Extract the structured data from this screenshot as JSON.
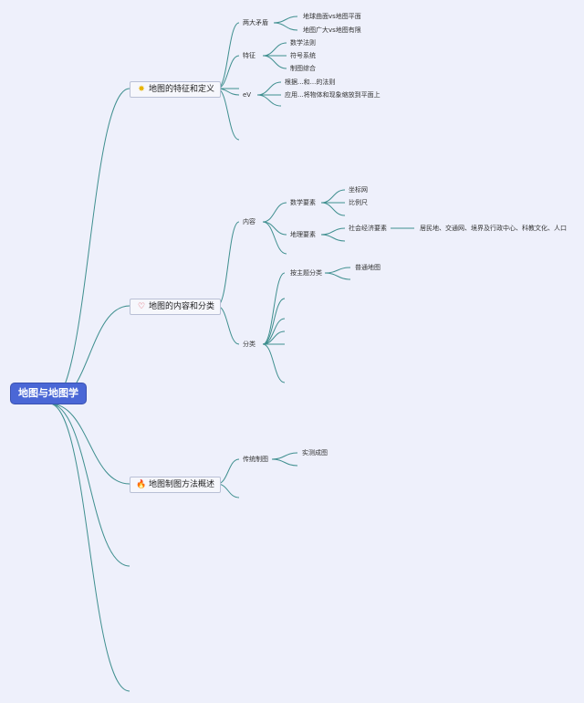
{
  "root": {
    "label": "地图与地图学"
  },
  "main": [
    {
      "label": "地图的特征和定义",
      "icon": "star-icon",
      "children": [
        {
          "label": "两大矛盾",
          "children": [
            "地球曲面vs地图平面",
            "地图广大vs地图有限"
          ]
        },
        {
          "label": "特征",
          "children": [
            "数学法则",
            "符号系统",
            "制图综合"
          ]
        },
        {
          "label": "eV",
          "children": [
            "根据...和...的法则",
            "应用...将物体和现象缩放到平面上"
          ]
        }
      ]
    },
    {
      "label": "地图的内容和分类",
      "icon": "heart-icon",
      "children": [
        {
          "label": "内容",
          "children": [
            {
              "label": "数学要素",
              "children": [
                "坐标网",
                "比例尺"
              ]
            },
            {
              "label": "地理要素",
              "children": [
                {
                  "label": "社会经济要素",
                  "children": [
                    "居民地、交通网、境界及行政中心、科教文化、人口"
                  ]
                }
              ]
            }
          ]
        },
        {
          "label": "分类",
          "children": [
            {
              "label": "按主题分类",
              "children": [
                "普通地图"
              ]
            }
          ]
        }
      ]
    },
    {
      "label": "地图制图方法概述",
      "icon": "fire-icon",
      "children": [
        {
          "label": "传统制图",
          "children": [
            "实测成图"
          ]
        }
      ]
    }
  ],
  "colors": {
    "line": "#3f8f8f",
    "root_bg": "#4a67d6",
    "background": "#eef0fb"
  }
}
